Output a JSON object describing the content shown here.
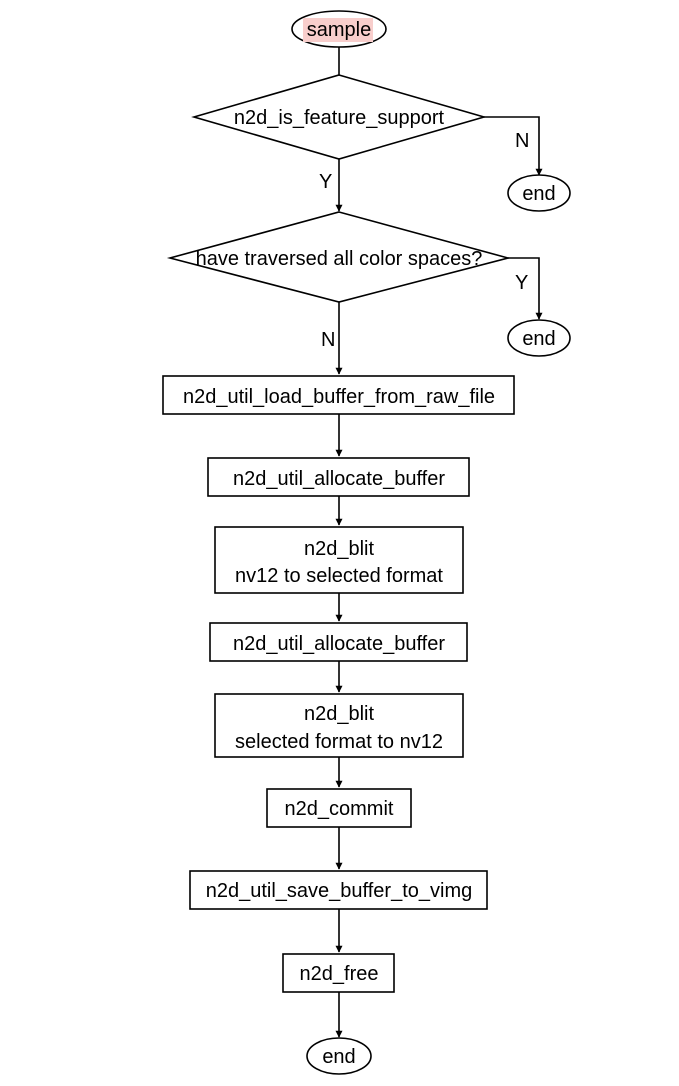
{
  "colors": {
    "line": "#000000",
    "fill": "#ffffff",
    "start_highlight": "#f8cecc"
  },
  "nodes": {
    "start": "sample",
    "decision_feature": "n2d_is_feature_support",
    "end_feature": "end",
    "decision_traversed": "have traversed all color spaces?",
    "end_traversed": "end",
    "load_buffer": "n2d_util_load_buffer_from_raw_file",
    "allocate_buffer_1": "n2d_util_allocate_buffer",
    "blit_1": [
      "n2d_blit",
      "nv12 to selected format"
    ],
    "allocate_buffer_2": "n2d_util_allocate_buffer",
    "blit_2": [
      "n2d_blit",
      "selected format to nv12"
    ],
    "commit": "n2d_commit",
    "save_buffer": "n2d_util_save_buffer_to_vimg",
    "free": "n2d_free",
    "end_final": "end"
  },
  "edge_labels": {
    "feature_no": "N",
    "feature_yes": "Y",
    "traversed_yes": "Y",
    "traversed_no": "N"
  }
}
